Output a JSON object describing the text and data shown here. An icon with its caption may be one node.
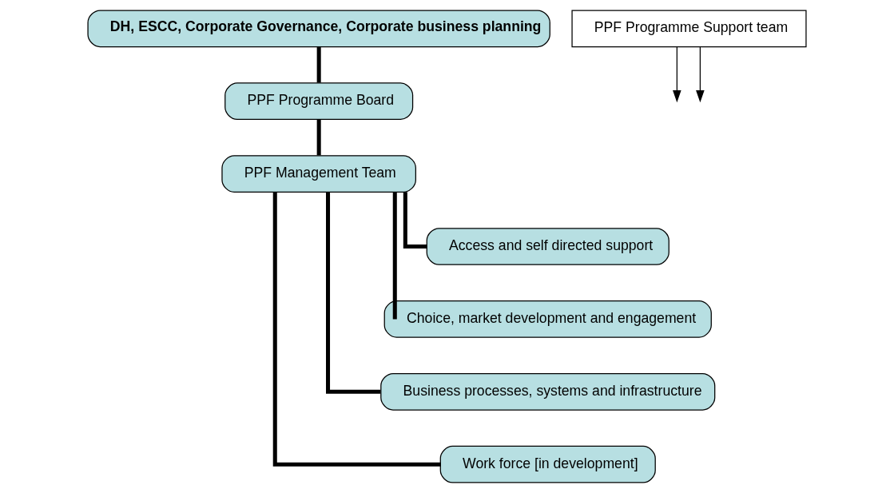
{
  "diagram": {
    "nodes": [
      {
        "text": [
          "DH, ESCC, Corporate Governance, Corporate business planning"
        ]
      },
      {
        "text": [
          "PPF Programme Board"
        ]
      },
      {
        "text": [
          "PPF Management Team"
        ]
      },
      {
        "text": [
          "Access and self directed support"
        ]
      },
      {
        "text": [
          "Choice, market development and engagement"
        ]
      },
      {
        "text": [
          "Business processes, systems and infrastructure"
        ]
      },
      {
        "text": [
          "Work force [in development]"
        ]
      },
      {
        "text": [
          "PPF Programme Support team"
        ]
      }
    ],
    "edges": [
      {
        "from": 0,
        "to": 1,
        "arrow": "none"
      },
      {
        "from": 1,
        "to": 2,
        "arrow": "none"
      },
      {
        "from": 2,
        "to": 3,
        "arrow": "none"
      },
      {
        "from": 2,
        "to": 4,
        "arrow": "none"
      },
      {
        "from": 2,
        "to": 5,
        "arrow": "none"
      },
      {
        "from": 2,
        "to": 6,
        "arrow": "none"
      },
      {
        "from": 7,
        "to": null,
        "arrow": "to"
      },
      {
        "from": 7,
        "to": null,
        "arrow": "to"
      }
    ]
  }
}
